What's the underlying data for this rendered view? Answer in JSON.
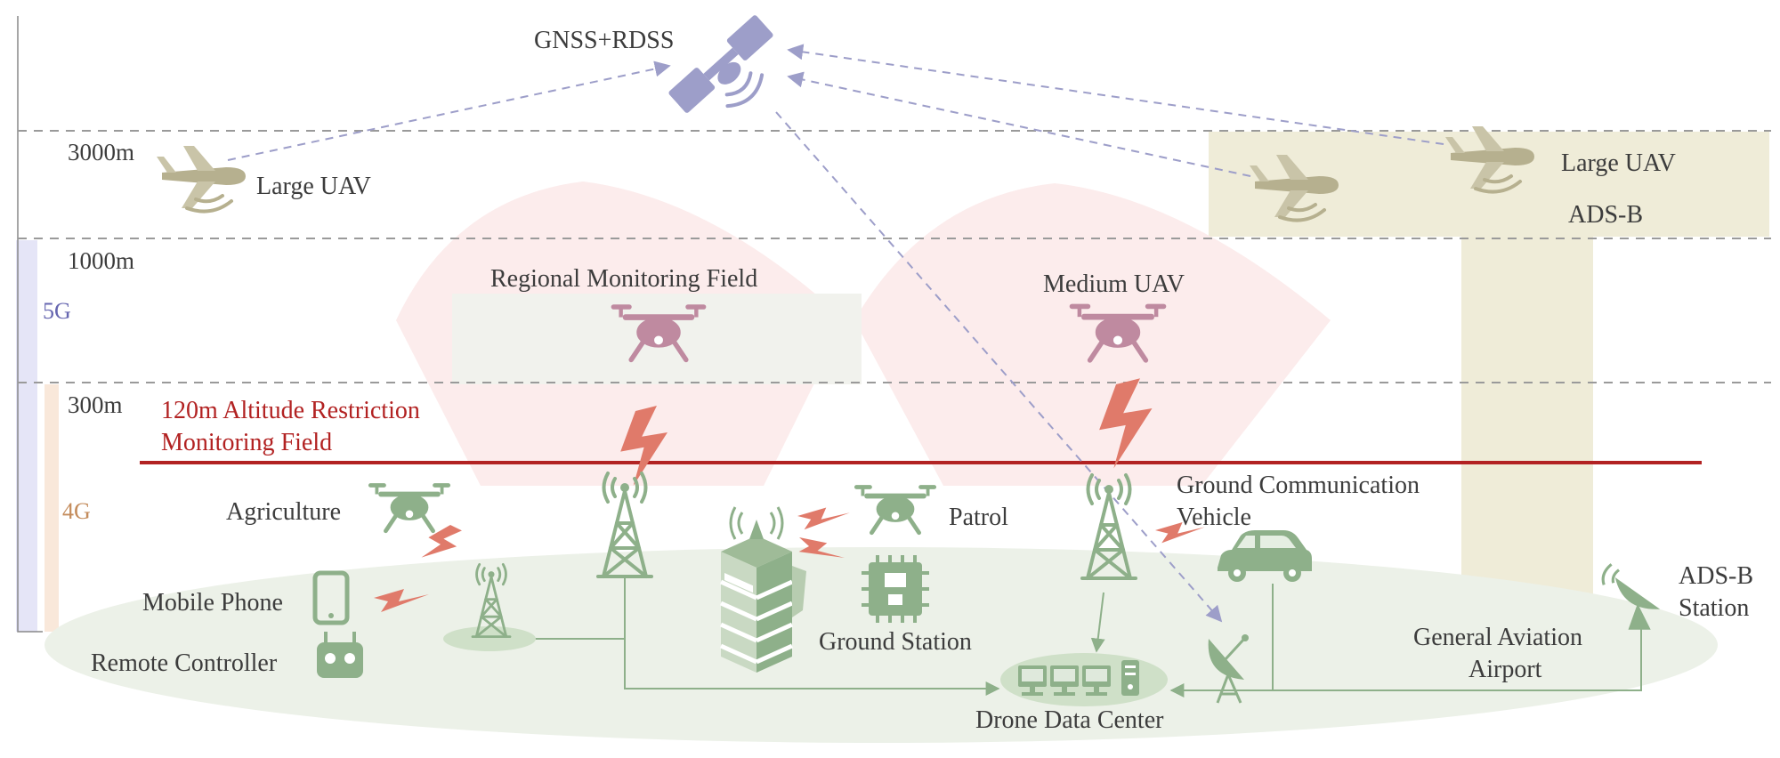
{
  "satellite": {
    "label": "GNSS+RDSS"
  },
  "altitudes": {
    "a3000": "3000m",
    "a1000": "1000m",
    "a300": "300m"
  },
  "networks": {
    "g5": "5G",
    "g4": "4G"
  },
  "restriction": {
    "line1": "120m Altitude Restriction",
    "line2": "Monitoring Field"
  },
  "labels": {
    "large_uav_left": "Large UAV",
    "large_uav_right": "Large UAV",
    "adsb_right": "ADS-B",
    "regional_field": "Regional Monitoring Field",
    "medium_uav": "Medium UAV",
    "agriculture": "Agriculture",
    "patrol": "Patrol",
    "ground_comm_1": "Ground Communication",
    "ground_comm_2": "Vehicle",
    "mobile_phone": "Mobile Phone",
    "remote_controller": "Remote Controller",
    "ground_station": "Ground Station",
    "adsb_station_1": "ADS-B",
    "adsb_station_2": "Station",
    "airport_1": "General Aviation",
    "airport_2": "Airport",
    "data_center": "Drone Data Center"
  },
  "colors": {
    "satellite": "#9d9ec9",
    "aircraft": "#b6b08f",
    "drone": "#bf8aa0",
    "ground": "#8eb08a",
    "bolt": "#e07a6a",
    "restriction": "#b22222",
    "band_5g": "#e5e5f7",
    "band_4g": "#f9e8da",
    "adsb_zone": "#efecd8"
  },
  "icons": {
    "satellite": "satellite-icon",
    "aircraft": "airplane-icon",
    "drone": "drone-icon",
    "tower": "cell-tower-icon",
    "building": "building-icon",
    "chip": "chip-icon",
    "vehicle": "car-icon",
    "dish": "satellite-dish-icon",
    "phone": "phone-icon",
    "controller": "controller-icon",
    "computer": "computer-icon"
  }
}
